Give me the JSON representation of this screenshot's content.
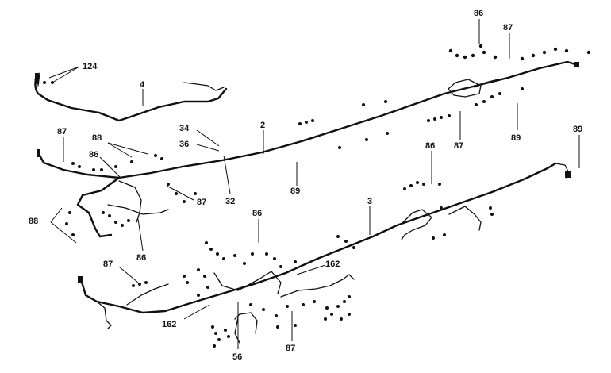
{
  "callouts": [
    {
      "id": "c124",
      "text": "124"
    },
    {
      "id": "c4",
      "text": "4"
    },
    {
      "id": "c86_tr",
      "text": "86"
    },
    {
      "id": "c87_tr",
      "text": "87"
    },
    {
      "id": "c89_tr",
      "text": "89"
    },
    {
      "id": "c87_tr2",
      "text": "87"
    },
    {
      "id": "c89_r",
      "text": "89"
    },
    {
      "id": "c86_mr",
      "text": "86"
    },
    {
      "id": "c2",
      "text": "2"
    },
    {
      "id": "c34",
      "text": "34"
    },
    {
      "id": "c36",
      "text": "36"
    },
    {
      "id": "c32",
      "text": "32"
    },
    {
      "id": "c89_m",
      "text": "89"
    },
    {
      "id": "c87_l",
      "text": "87"
    },
    {
      "id": "c88_l",
      "text": "88"
    },
    {
      "id": "c86_l",
      "text": "86"
    },
    {
      "id": "c87_ml",
      "text": "87"
    },
    {
      "id": "c88_ll",
      "text": "88"
    },
    {
      "id": "c86_ll",
      "text": "86"
    },
    {
      "id": "c3",
      "text": "3"
    },
    {
      "id": "c86_m",
      "text": "86"
    },
    {
      "id": "c162_r",
      "text": "162"
    },
    {
      "id": "c87_bl",
      "text": "87"
    },
    {
      "id": "c162_l",
      "text": "162"
    },
    {
      "id": "c56",
      "text": "56"
    },
    {
      "id": "c87_b",
      "text": "87"
    }
  ]
}
